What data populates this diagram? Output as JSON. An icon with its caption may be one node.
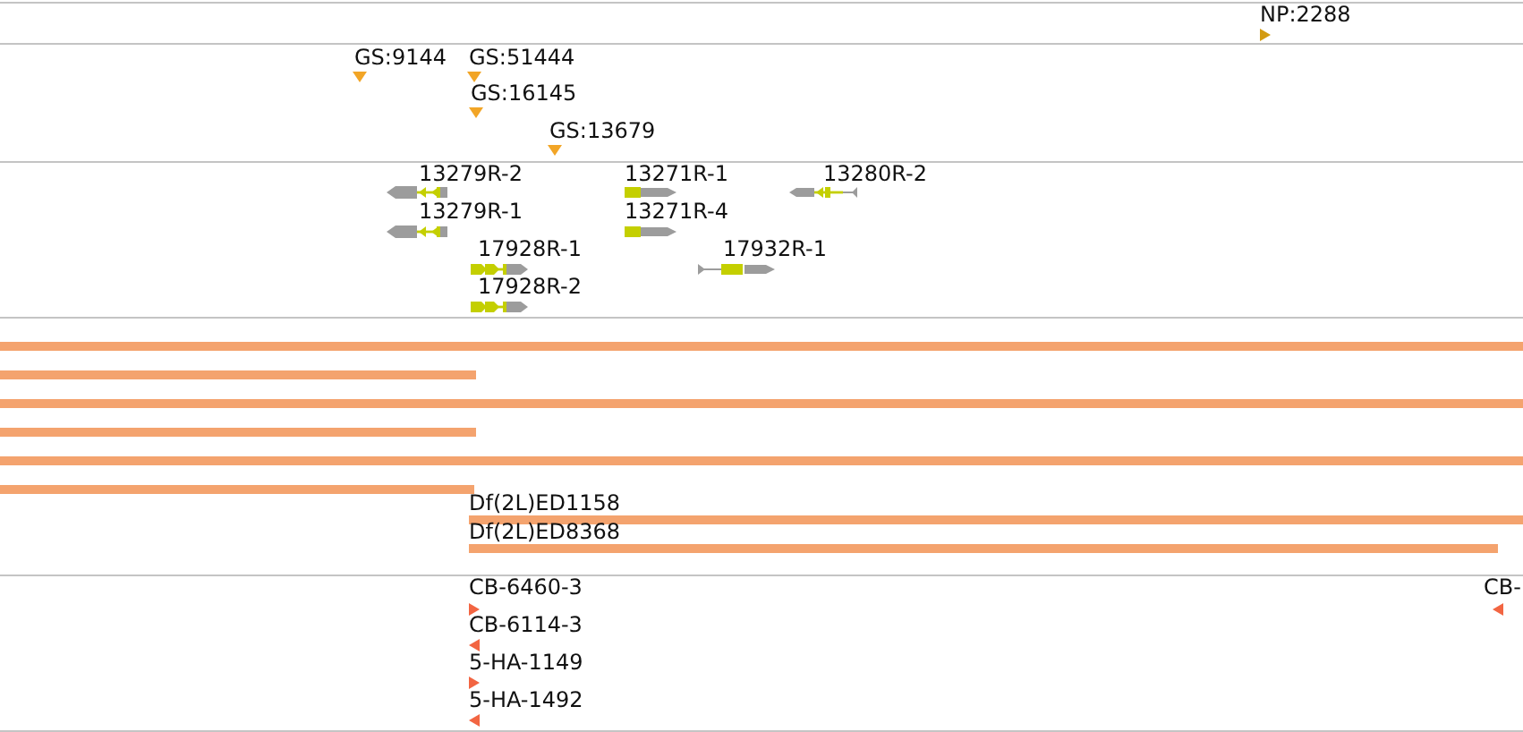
{
  "diagram": {
    "labels": [
      "NP:2288",
      "GS:9144",
      "GS:51444",
      "GS:16145",
      "GS:13679",
      "13279R-2",
      "13271R-1",
      "13280R-2",
      "13279R-1",
      "13271R-4",
      "17928R-1",
      "17932R-1",
      "17928R-2",
      "Df(2L)ED1158",
      "Df(2L)ED8368",
      "CB-6460-3",
      "CB-",
      "CB-6114-3",
      "5-HA-1149",
      "5-HA-1492"
    ]
  }
}
